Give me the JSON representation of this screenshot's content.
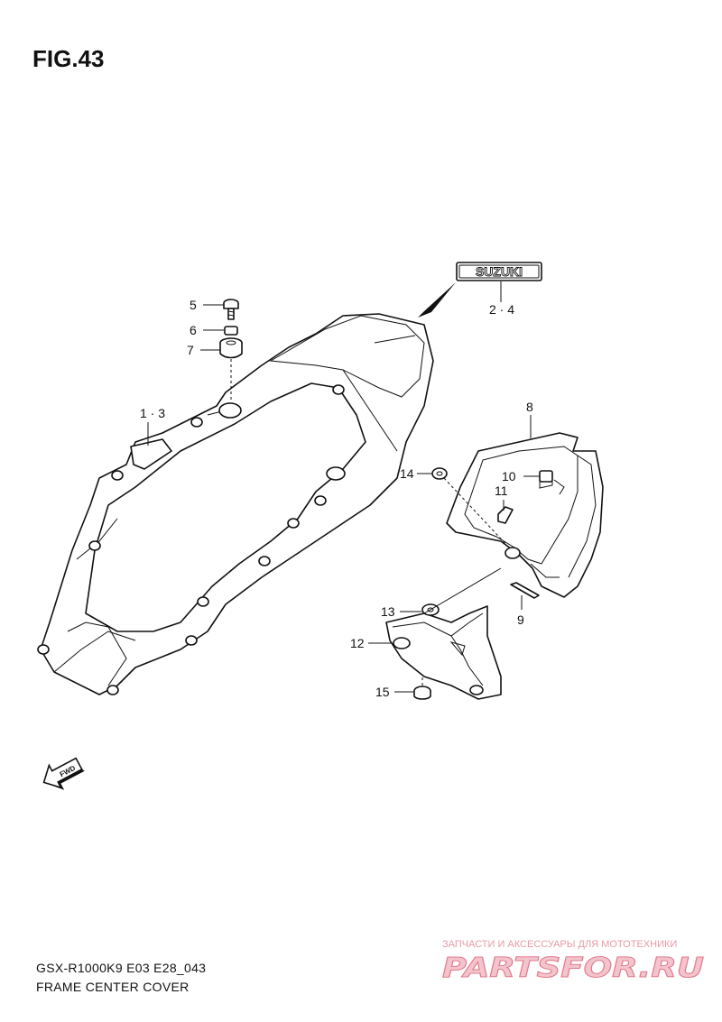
{
  "figure": {
    "title": "FIG.43",
    "model_code": "GSX-R1000K9 E03 E28_043",
    "caption": "FRAME CENTER COVER"
  },
  "callouts": {
    "c5": "5",
    "c6": "6",
    "c7": "7",
    "c13a": "1 · 3",
    "c24": "2 · 4",
    "c8": "8",
    "c14": "14",
    "c10": "10",
    "c11": "11",
    "c9": "9",
    "c13": "13",
    "c12": "12",
    "c15": "15"
  },
  "emblem": {
    "text": "SUZUKI"
  },
  "fwd_marker": {
    "text": "FWD"
  },
  "watermark": {
    "tagline": "ЗАПЧАСТИ И АКСЕССУАРЫ ДЛЯ МОТОТЕХНИКИ",
    "brand": "PARTSFOR.RU"
  },
  "colors": {
    "ink": "#111111",
    "watermark_fill": "#f4c4cc",
    "watermark_stroke": "#e07a8c"
  }
}
